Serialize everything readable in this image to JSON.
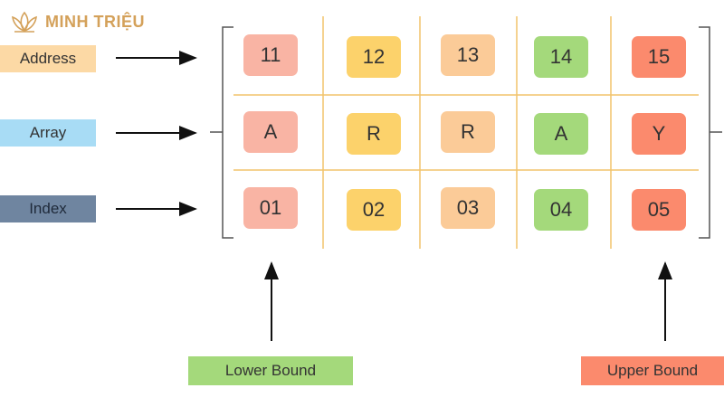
{
  "brand": {
    "name": "MINH TRIỆU"
  },
  "labels": {
    "address": "Address",
    "array": "Array",
    "index": "Index"
  },
  "rows": {
    "address": [
      "11",
      "12",
      "13",
      "14",
      "15"
    ],
    "array": [
      "A",
      "R",
      "R",
      "A",
      "Y"
    ],
    "index": [
      "01",
      "02",
      "03",
      "04",
      "05"
    ]
  },
  "bounds": {
    "lower": "Lower Bound",
    "upper": "Upper Bound"
  },
  "colors": {
    "col1": "#f9b4a4",
    "col2": "#fcd26b",
    "col3": "#fbcb98",
    "col4": "#a4d97b",
    "col5": "#fb8a6d",
    "grid": "#f2c36b",
    "brand": "#d4a15a"
  }
}
